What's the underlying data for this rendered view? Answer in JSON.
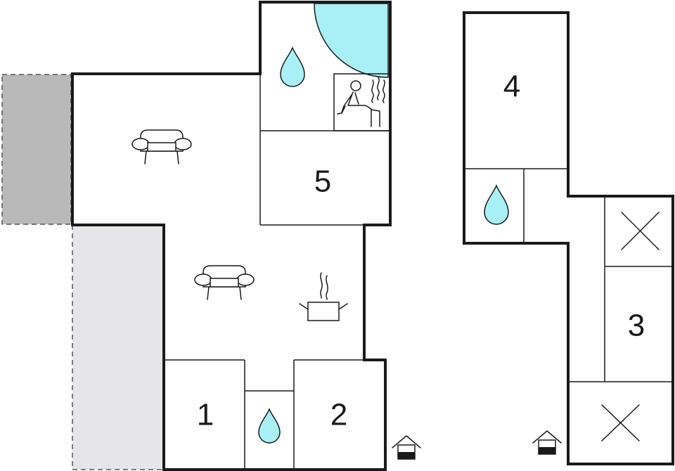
{
  "colors": {
    "wall": "#1a1a1a",
    "water": "#a8f0f5",
    "terrace_covered": "#b9b9b9",
    "terrace_open": "#e6e6ea",
    "background": "#ffffff"
  },
  "rooms": [
    {
      "id": "room-1",
      "label": "1"
    },
    {
      "id": "room-2",
      "label": "2"
    },
    {
      "id": "room-3",
      "label": "3"
    },
    {
      "id": "room-4",
      "label": "4"
    },
    {
      "id": "room-5",
      "label": "5"
    }
  ],
  "icons": [
    "whirlpool-icon",
    "water-drop-icon",
    "sauna-icon",
    "sofa-icon",
    "cooking-pot-icon",
    "bed-icon",
    "entrance-icon"
  ]
}
